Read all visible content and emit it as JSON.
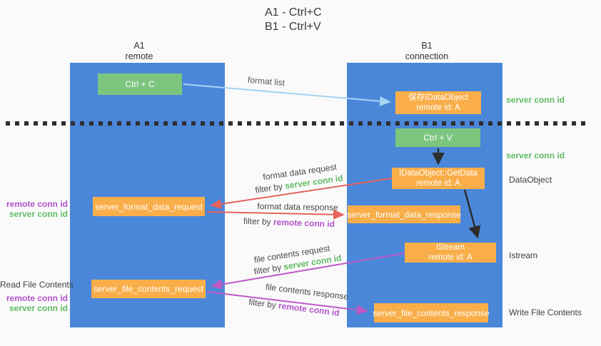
{
  "title": {
    "line1": "A1 - Ctrl+C",
    "line2": "B1 - Ctrl+V"
  },
  "lifelines": {
    "a1": {
      "name": "A1",
      "role": "remote"
    },
    "b1": {
      "name": "B1",
      "role": "connection"
    }
  },
  "nodes": {
    "ctrl_c": {
      "label": "Ctrl + C"
    },
    "ctrl_v": {
      "label": "Ctrl + V"
    },
    "save_idataobject": {
      "line1": "保存IDataObject",
      "line2": "remote id: A"
    },
    "getdata": {
      "line1": "IDataObject::GetData",
      "line2": "remote id: A"
    },
    "istream": {
      "line1": "IStream",
      "line2": "remote id: A"
    },
    "server_format_data_request": {
      "label": "server_format_data_request"
    },
    "server_format_data_response": {
      "label": "server_format_data_response"
    },
    "server_file_contents_request": {
      "label": "server_file_contents_request"
    },
    "server_file_contents_response": {
      "label": "server_file_contents_response"
    }
  },
  "edges": {
    "format_list": "format list",
    "format_data_request": "format data request",
    "format_data_response": "format data response",
    "file_contents_request": "file contents request",
    "file_contents_response": "file contents response",
    "filter_by": "filter by",
    "server_conn_id": "server conn id",
    "remote_conn_id": "remote conn id"
  },
  "annotations": {
    "right": {
      "server_conn_id_top": "server conn id",
      "server_conn_id_mid": "server conn id",
      "dataobject": "DataObject",
      "istream": "Istream",
      "write_file_contents": "Write File Contents"
    },
    "left": {
      "remote_conn_id_top": "remote conn id",
      "server_conn_id_top": "server conn id",
      "read_file_contents": "Read File Contents",
      "remote_conn_id_bottom": "remote conn id",
      "server_conn_id_bottom": "server conn id"
    }
  },
  "colors": {
    "lifeline_blue": "#4a87d9",
    "node_orange": "#f9ae49",
    "node_green": "#7cc57f",
    "arrow_red": "#e5635c",
    "arrow_magenta": "#bd59c6",
    "arrow_lightblue": "#a5d5f2",
    "arrow_black": "#2d2d2d",
    "text_green": "#5fbb63",
    "text_purple": "#b152cb"
  }
}
